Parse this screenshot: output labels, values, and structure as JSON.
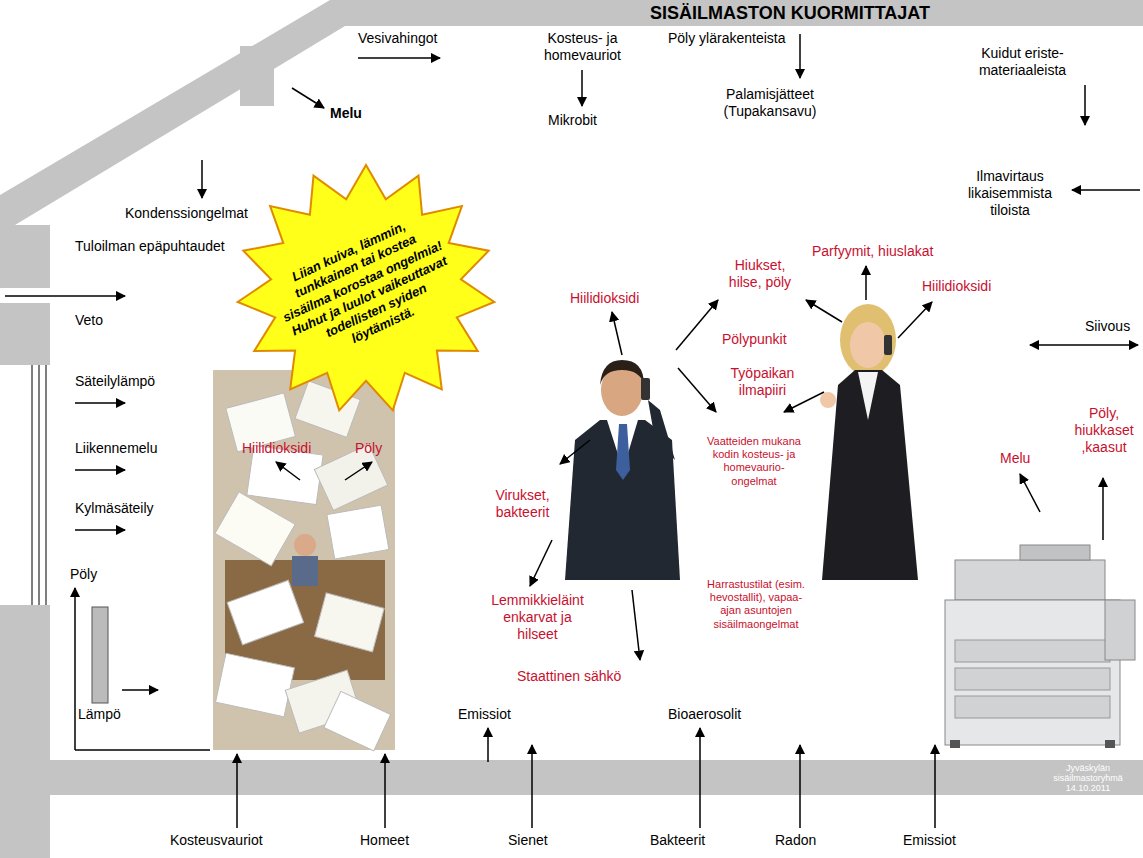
{
  "diagram": {
    "title": "SISÄILMASTON KUORMITTAJAT",
    "nodes": [
      {
        "text": [
          "Liian kuiva, lämmin, tunkkainen tai kostea sisäilma korostaa ongelmia! Huhut ja luulot vaikeuttavat todellisten syiden löytämistä."
        ]
      }
    ],
    "labels": [
      "Vesivahingot",
      "Kosteus- ja homevauriot",
      "Pöly ylärakenteista",
      "Kuidut eriste- materiaaleista",
      "Melu",
      "Mikrobit",
      "Palamisjätteet (Tupakansavu)",
      "Kondenssiongelmat",
      "Ilmavirtaus likaisemmista tiloista",
      "Tuloilman epäpuhtaudet",
      "Hiukset, hilse, pöly",
      "Parfyymit, hiuslakat",
      "Hiilidioksidi",
      "Hiilidioksidi",
      "Veto",
      "Pölypunkit",
      "Siivous",
      "Työpaikan ilmapiiri",
      "Säteilylämpö",
      "Pöly, hiukkaset ,kaasut",
      "Virukset, bakteerit",
      "Vaatteiden mukana kodin kosteus- ja homevaurio-ongelmat",
      "Hiilidioksidi",
      "Pöly",
      "Liikennemelu",
      "Melu",
      "Kylmäsäteily",
      "Pöly",
      "Lemmikkieläint enkarvat ja hilseet",
      "Harrastustilat (esim. hevostallit), vapaa-ajan asuntojen sisäilmaongelmat",
      "Staattinen sähkö",
      "Lämpö",
      "Emissiot",
      "Bioaerosolit",
      "Jyväskylän sisäilmastoryhmä 14.10.2011",
      "Kosteusvauriot",
      "Homeet",
      "Sienet",
      "Bakteerit",
      "Radon",
      "Emissiot"
    ]
  }
}
